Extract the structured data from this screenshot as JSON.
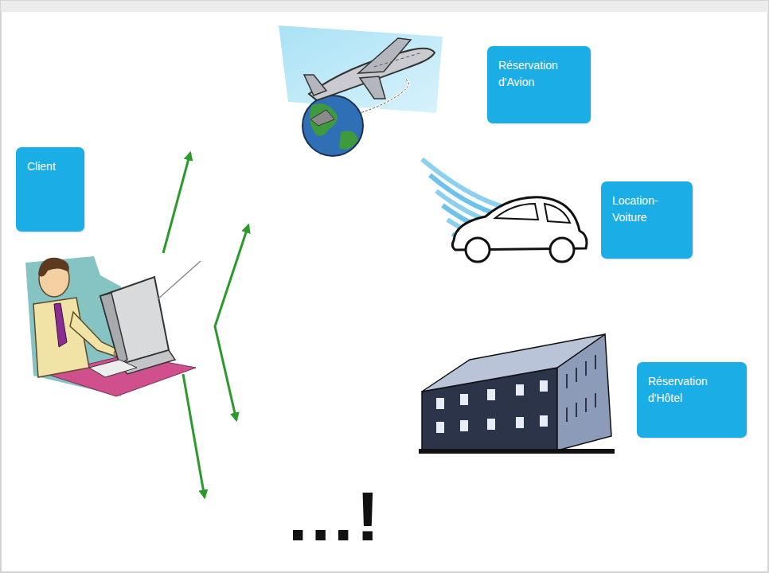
{
  "diagram": {
    "nodes": [
      {
        "text": [
          "Client"
        ]
      },
      {
        "text": [
          "Réservation d'Avion"
        ]
      },
      {
        "text": [
          "Location- Voiture"
        ]
      },
      {
        "text": [
          "Réservation d'Hôtel"
        ]
      }
    ],
    "labels": [
      "...!"
    ]
  }
}
